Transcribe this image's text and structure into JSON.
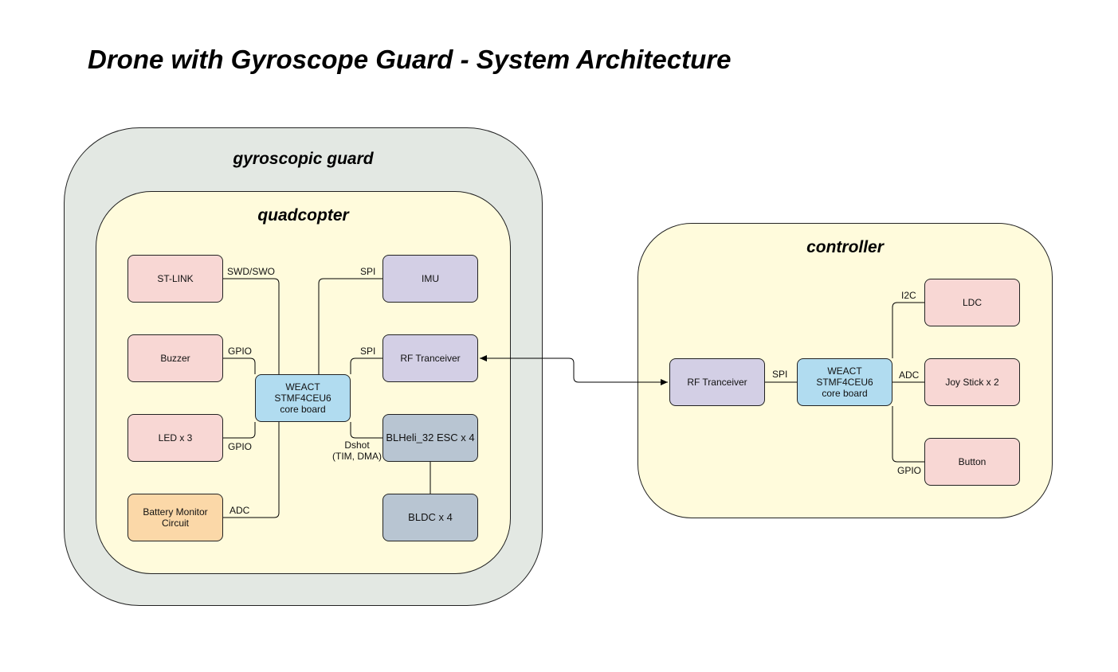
{
  "title": "Drone with Gyroscope Guard - System Architecture",
  "colors": {
    "guard_fill": "#e3e8e3",
    "quad_fill": "#fffbdc",
    "controller_fill": "#fffbdc",
    "pink": "#f8d7d4",
    "purple": "#d3cfe5",
    "blue": "#b1dcf0",
    "orange": "#fbd8a8",
    "slate": "#b8c5d2"
  },
  "groups": {
    "guard": "gyroscopic guard",
    "quadcopter": "quadcopter",
    "controller": "controller"
  },
  "quad_nodes": {
    "stlink": "ST-LINK",
    "buzzer": "Buzzer",
    "led": "LED x 3",
    "battery_line1": "Battery Monitor",
    "battery_line2": "Circuit",
    "mcu_line1": "WEACT",
    "mcu_line2": "STMF4CEU6",
    "mcu_line3": "core board",
    "imu": "IMU",
    "rf": "RF Tranceiver",
    "esc": "BLHeli_32 ESC x 4",
    "bldc": "BLDC x 4"
  },
  "quad_edges": {
    "swd": "SWD/SWO",
    "buzzer_gpio": "GPIO",
    "led_gpio": "GPIO",
    "adc": "ADC",
    "imu_spi": "SPI",
    "rf_spi": "SPI",
    "dshot_line1": "Dshot",
    "dshot_line2": "(TIM, DMA)"
  },
  "controller_nodes": {
    "rf": "RF Tranceiver",
    "mcu_line1": "WEACT",
    "mcu_line2": "STMF4CEU6",
    "mcu_line3": "core board",
    "ldc": "LDC",
    "joystick": "Joy Stick x 2",
    "button": "Button"
  },
  "controller_edges": {
    "spi": "SPI",
    "i2c": "I2C",
    "adc": "ADC",
    "gpio": "GPIO"
  }
}
